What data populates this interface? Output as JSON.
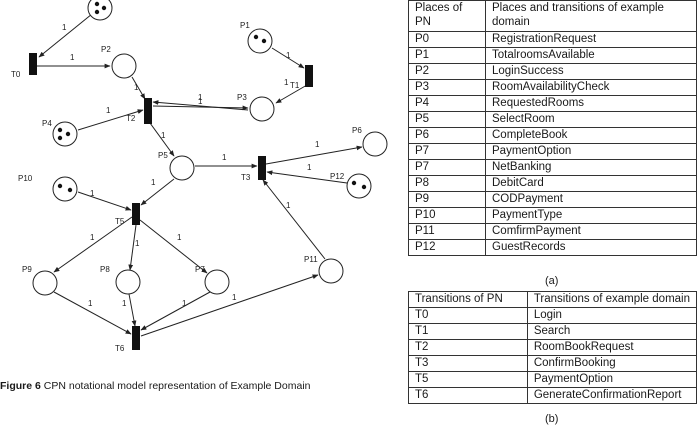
{
  "caption": {
    "label": "Figure 6",
    "text": "CPN notational model representation of Example Domain"
  },
  "places": [
    {
      "id": "P1",
      "tokens": 2
    },
    {
      "id": "P2",
      "tokens": 0
    },
    {
      "id": "P3",
      "tokens": 0
    },
    {
      "id": "P4",
      "tokens": 3
    },
    {
      "id": "P5",
      "tokens": 0
    },
    {
      "id": "P6",
      "tokens": 0
    },
    {
      "id": "P7",
      "tokens": 0
    },
    {
      "id": "P8",
      "tokens": 0
    },
    {
      "id": "P9",
      "tokens": 0
    },
    {
      "id": "P10",
      "tokens": 2
    },
    {
      "id": "P11",
      "tokens": 0
    },
    {
      "id": "P12",
      "tokens": 2
    },
    {
      "id": "",
      "tokens": 3
    }
  ],
  "transitions": [
    "T0",
    "T1",
    "T2",
    "T3",
    "T5",
    "T6"
  ],
  "arc_weight": "1",
  "table_a": {
    "header": [
      "Places of PN",
      "Places and transitions of example domain"
    ],
    "rows": [
      [
        "P0",
        "RegistrationRequest"
      ],
      [
        "P1",
        "TotalroomsAvailable"
      ],
      [
        "P2",
        "LoginSuccess"
      ],
      [
        "P3",
        "RoomAvailabilityCheck"
      ],
      [
        "P4",
        "RequestedRooms"
      ],
      [
        "P5",
        "SelectRoom"
      ],
      [
        "P6",
        "CompleteBook"
      ],
      [
        "P7",
        "PaymentOption"
      ],
      [
        "P7",
        "NetBanking"
      ],
      [
        "P8",
        "DebitCard"
      ],
      [
        "P9",
        "CODPayment"
      ],
      [
        "P10",
        "PaymentType"
      ],
      [
        "P11",
        "ComfirmPayment"
      ],
      [
        "P12",
        "GuestRecords"
      ]
    ],
    "sublabel": "(a)"
  },
  "table_b": {
    "header": [
      "Transitions of PN",
      "Transitions of example domain"
    ],
    "rows": [
      [
        "T0",
        "Login"
      ],
      [
        "T1",
        "Search"
      ],
      [
        "T2",
        "RoomBookRequest"
      ],
      [
        "T3",
        "ConfirmBooking"
      ],
      [
        "T5",
        "PaymentOption"
      ],
      [
        "T6",
        "GenerateConfirmationReport"
      ]
    ],
    "sublabel": "(b)"
  }
}
